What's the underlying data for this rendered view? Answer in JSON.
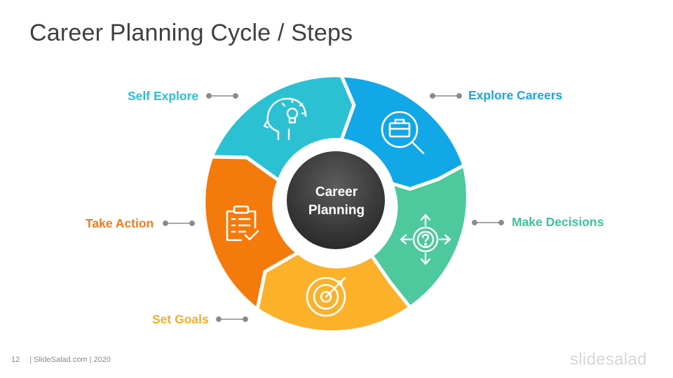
{
  "title": "Career Planning Cycle / Steps",
  "center": {
    "line1": "Career",
    "line2": "Planning"
  },
  "steps": [
    {
      "label": "Self Explore",
      "color": "#2bc1d3",
      "icon": "head-lightbulb-icon"
    },
    {
      "label": "Explore Careers",
      "color": "#12a7e6",
      "icon": "briefcase-magnifier-icon"
    },
    {
      "label": "Make Decisions",
      "color": "#4dc99d",
      "icon": "gear-question-arrows-icon"
    },
    {
      "label": "Set Goals",
      "color": "#fbb12a",
      "icon": "target-dart-icon"
    },
    {
      "label": "Take Action",
      "color": "#f47a0c",
      "icon": "clipboard-check-icon"
    }
  ],
  "footer": {
    "page": "12",
    "source": "| SlideSalad.com | 2020"
  },
  "brand": "slidesalad"
}
